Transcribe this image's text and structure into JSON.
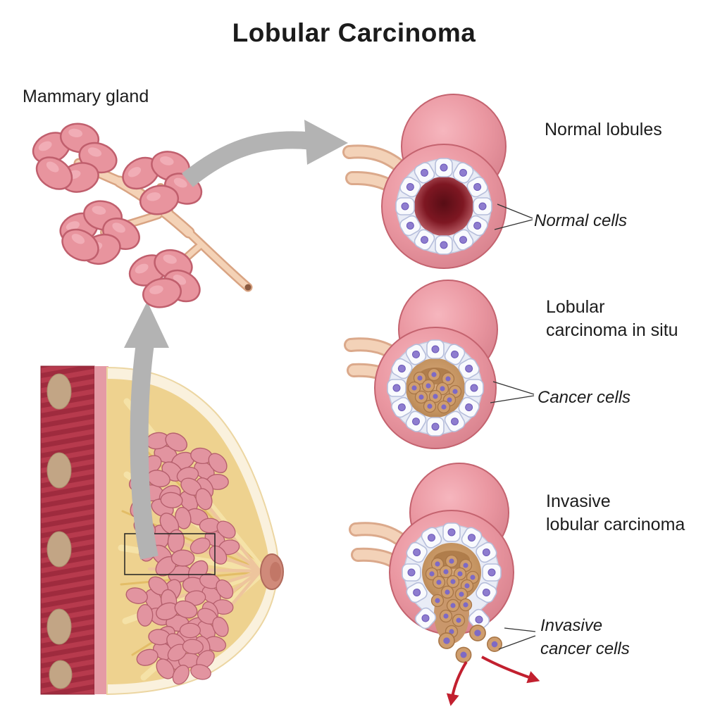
{
  "title": "Lobular Carcinoma",
  "diagram": {
    "mammary_gland_label": "Mammary gland",
    "stages": {
      "normal": {
        "title": "Normal lobules",
        "cells_label": "Normal cells"
      },
      "in_situ": {
        "title_line1": "Lobular",
        "title_line2": "carcinoma in situ",
        "cells_label": "Cancer cells"
      },
      "invasive": {
        "title_line1": "Invasive",
        "title_line2": "lobular carcinoma",
        "cells_label_line1": "Invasive",
        "cells_label_line2": "cancer cells"
      }
    }
  },
  "colors": {
    "background": "#ffffff",
    "text": "#1b1b1b",
    "lobule_pink": "#e8949e",
    "lobule_outline": "#c05f6d",
    "duct_beige": "#f2cdb2",
    "duct_outline": "#d9a483",
    "cell_fill": "#f9fafd",
    "cell_outline": "#b6bedb",
    "nucleus_purple": "#8e7ccf",
    "lumen_dark_red": "#7e1722",
    "cancer_cell_tan": "#cf9e6e",
    "cancer_cell_outline": "#a87647",
    "muscle_red": "#b73a4d",
    "fat_yellow": "#eed28f",
    "rib_beige": "#c2a585",
    "arrow_gray": "#b3b3b3",
    "arrow_red": "#c2202f"
  }
}
